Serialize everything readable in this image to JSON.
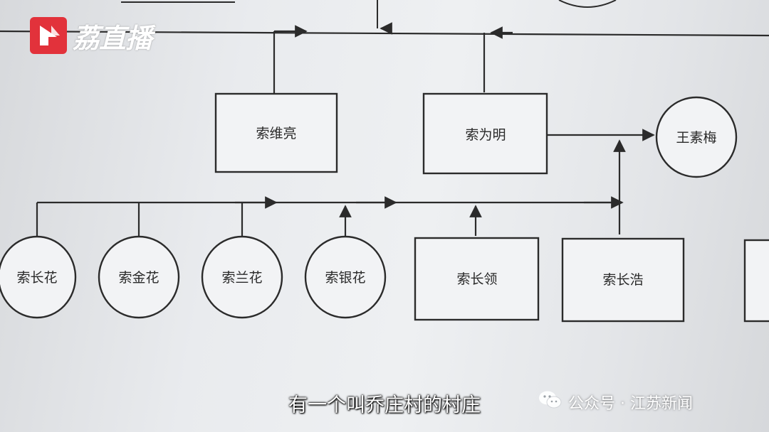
{
  "brand": {
    "logo_text": "荔直播",
    "logo_color": "#e2323b"
  },
  "diagram": {
    "nodes": [
      {
        "id": "n1",
        "label": "索维亮",
        "shape": "rect"
      },
      {
        "id": "n2",
        "label": "索为明",
        "shape": "rect"
      },
      {
        "id": "n3",
        "label": "王素梅",
        "shape": "circle"
      },
      {
        "id": "n4",
        "label": "索长花",
        "shape": "circle"
      },
      {
        "id": "n5",
        "label": "索金花",
        "shape": "circle"
      },
      {
        "id": "n6",
        "label": "索兰花",
        "shape": "circle"
      },
      {
        "id": "n7",
        "label": "索银花",
        "shape": "circle"
      },
      {
        "id": "n8",
        "label": "索长领",
        "shape": "rect"
      },
      {
        "id": "n9",
        "label": "索长浩",
        "shape": "rect"
      }
    ]
  },
  "subtitle": "有一个叫乔庄村的村庄",
  "watermark": {
    "icon": "wechat-icon",
    "text": "公众号 · 江苏新闻"
  }
}
